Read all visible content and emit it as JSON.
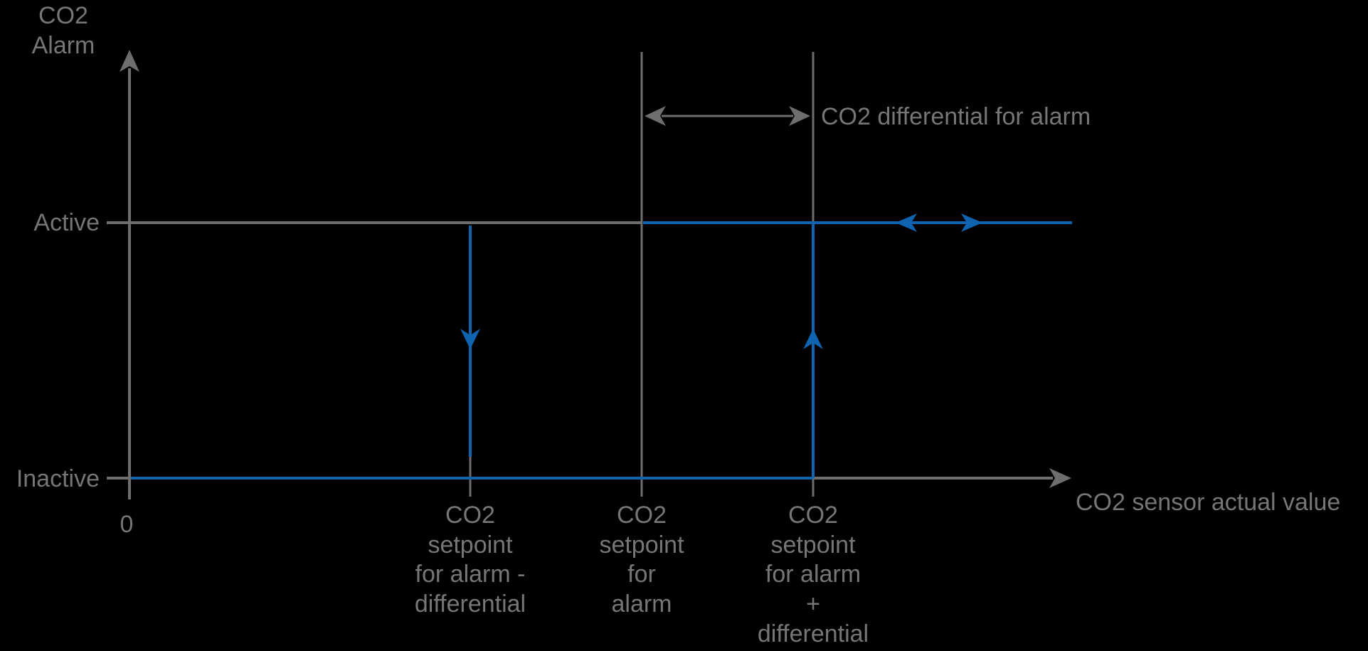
{
  "colors": {
    "background": "#000000",
    "line_gray": "#6e6e6e",
    "text_gray": "#767676",
    "accent_blue": "#0f63af"
  },
  "y_axis": {
    "title_line1": "CO2",
    "title_line2": "Alarm",
    "active_label": "Active",
    "inactive_label": "Inactive"
  },
  "x_axis": {
    "origin_label": "0",
    "title": "CO2 sensor actual value",
    "ticks": [
      {
        "name": "setpoint-minus-differential",
        "lines": [
          "CO2",
          "setpoint",
          "for alarm -",
          "differential"
        ]
      },
      {
        "name": "setpoint",
        "lines": [
          "CO2",
          "setpoint",
          "for",
          "alarm"
        ]
      },
      {
        "name": "setpoint-plus-differential",
        "lines": [
          "CO2",
          "setpoint",
          "for alarm",
          "+",
          "differential"
        ]
      }
    ]
  },
  "annotations": {
    "differential_label": "CO2 differential for alarm"
  },
  "chart_data": {
    "type": "line",
    "xlabel": "CO2 sensor actual value",
    "ylabel": "CO2 Alarm",
    "y_categories": [
      "Inactive",
      "Active"
    ],
    "x_categories": [
      "0",
      "CO2 setpoint for alarm - differential",
      "CO2 setpoint for alarm",
      "CO2 setpoint for alarm + differential"
    ],
    "segments": [
      {
        "from": [
          "0",
          "Inactive"
        ],
        "to": [
          "CO2 setpoint for alarm + differential",
          "Inactive"
        ],
        "color": "#0f63af"
      },
      {
        "from": [
          "CO2 setpoint for alarm + differential",
          "Inactive"
        ],
        "to": [
          "CO2 setpoint for alarm + differential",
          "Active"
        ],
        "arrow": "up",
        "color": "#0f63af"
      },
      {
        "from": [
          "CO2 setpoint for alarm",
          "Active"
        ],
        "to": [
          "axis end",
          "Active"
        ],
        "arrow": "left-right",
        "color": "#0f63af"
      },
      {
        "from": [
          "CO2 setpoint for alarm - differential",
          "Active"
        ],
        "to": [
          "CO2 setpoint for alarm - differential",
          "Inactive"
        ],
        "arrow": "down",
        "color": "#0f63af"
      }
    ]
  }
}
